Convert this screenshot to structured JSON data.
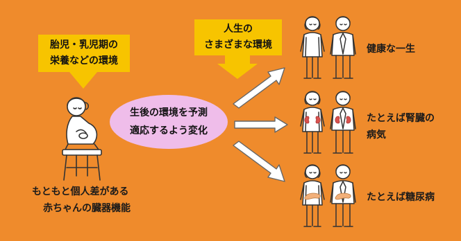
{
  "colors": {
    "frame": "#ef8b2c",
    "highlight_box": "#f7c400",
    "oval": "#efbdea",
    "organ": "#d9534f",
    "pancreas": "#f2b07a"
  },
  "top_left_box": {
    "line1": "胎児・乳児期の",
    "line2": "栄養などの環境"
  },
  "top_center_box": {
    "line1": "人生の",
    "line2": "さまざまな環境"
  },
  "oval": {
    "line1": "生後の環境を予測",
    "line2": "適応するよう変化"
  },
  "bottom_left": {
    "line1": "もともと個人差がある",
    "line2": "赤ちゃんの臓器機能"
  },
  "outcomes": [
    {
      "line1": "健康な一生",
      "line2": "",
      "organ": "none"
    },
    {
      "line1": "たとえば腎臓の",
      "line2": "病気",
      "organ": "kidney-icon"
    },
    {
      "line1": "たとえば糖尿病",
      "line2": "",
      "organ": "pancreas-icon"
    }
  ]
}
